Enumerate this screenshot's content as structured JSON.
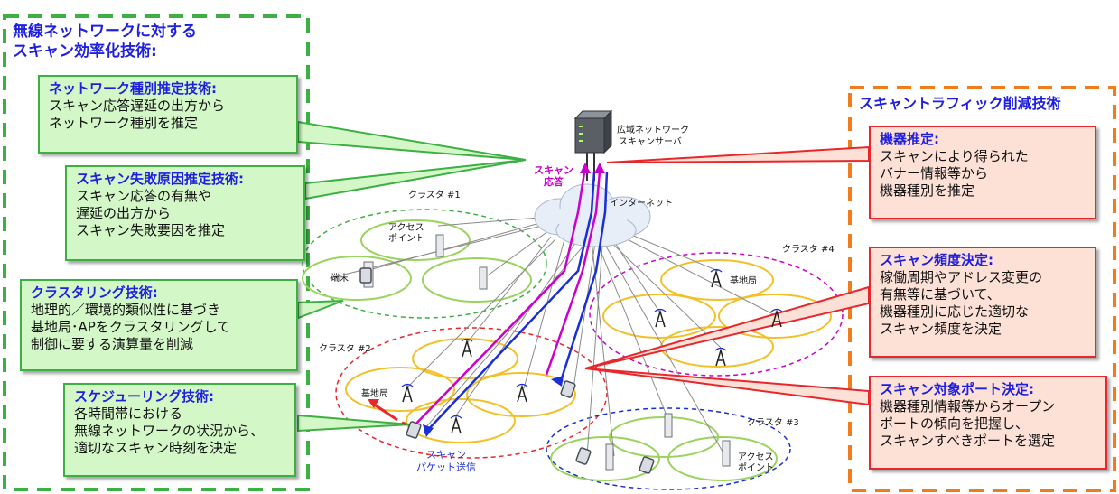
{
  "left_group": {
    "title_lines": [
      "無線ネットワークに対する",
      "スキャン効率化技術:"
    ],
    "boxes": [
      {
        "title": "ネットワーク種別推定技術:",
        "lines": [
          "スキャン応答遅延の出方から",
          "ネットワーク種別を推定"
        ]
      },
      {
        "title": "スキャン失敗原因推定技術:",
        "lines": [
          "スキャン応答の有無や",
          "遅延の出方から",
          "スキャン失敗要因を推定"
        ]
      },
      {
        "title": "クラスタリング技術:",
        "lines": [
          "地理的／環境的類似性に基づき",
          "基地局･APをクラスタリングして",
          "制御に要する演算量を削減"
        ]
      },
      {
        "title": "スケジューリング技術:",
        "lines": [
          "各時間帯における",
          "無線ネットワークの状況から、",
          "適切なスキャン時刻を決定"
        ]
      }
    ]
  },
  "right_group": {
    "title": "スキャントラフィック削減技術",
    "boxes": [
      {
        "title": "機器推定:",
        "lines": [
          "スキャンにより得られた",
          "バナー情報等から",
          "機器種別を推定"
        ]
      },
      {
        "title": "スキャン頻度決定:",
        "lines": [
          "稼働周期やアドレス変更の",
          "有無等に基づいて、",
          "機器種別に応じた適切な",
          "スキャン頻度を決定"
        ]
      },
      {
        "title": "スキャン対象ポート決定:",
        "lines": [
          "機器種別情報等からオープン",
          "ポートの傾向を把握し、",
          "スキャンすべきポートを選定"
        ]
      }
    ]
  },
  "network": {
    "server_label_lines": [
      "広域ネットワーク",
      "スキャンサーバ"
    ],
    "internet_label": "インターネット",
    "scan_response_lines": [
      "スキャン",
      "応答"
    ],
    "scan_send_lines": [
      "スキャン",
      "パケット送信"
    ],
    "clusters": [
      "クラスタ #1",
      "クラスタ #2",
      "クラスタ #3",
      "クラスタ #4"
    ],
    "access_point_lines": [
      "アクセス",
      "ポイント"
    ],
    "terminal": "端末",
    "base_station": "基地局"
  },
  "colors": {
    "blue_title": "#1f1fe0",
    "green_border": "#3cb043",
    "green_fill": "#d4f7c8",
    "red_border": "#e8262b",
    "red_fill": "#fde0d6",
    "orange_dash": "#f07c1c",
    "magenta": "#cc00cc",
    "arrow_blue": "#1a2fd6"
  }
}
